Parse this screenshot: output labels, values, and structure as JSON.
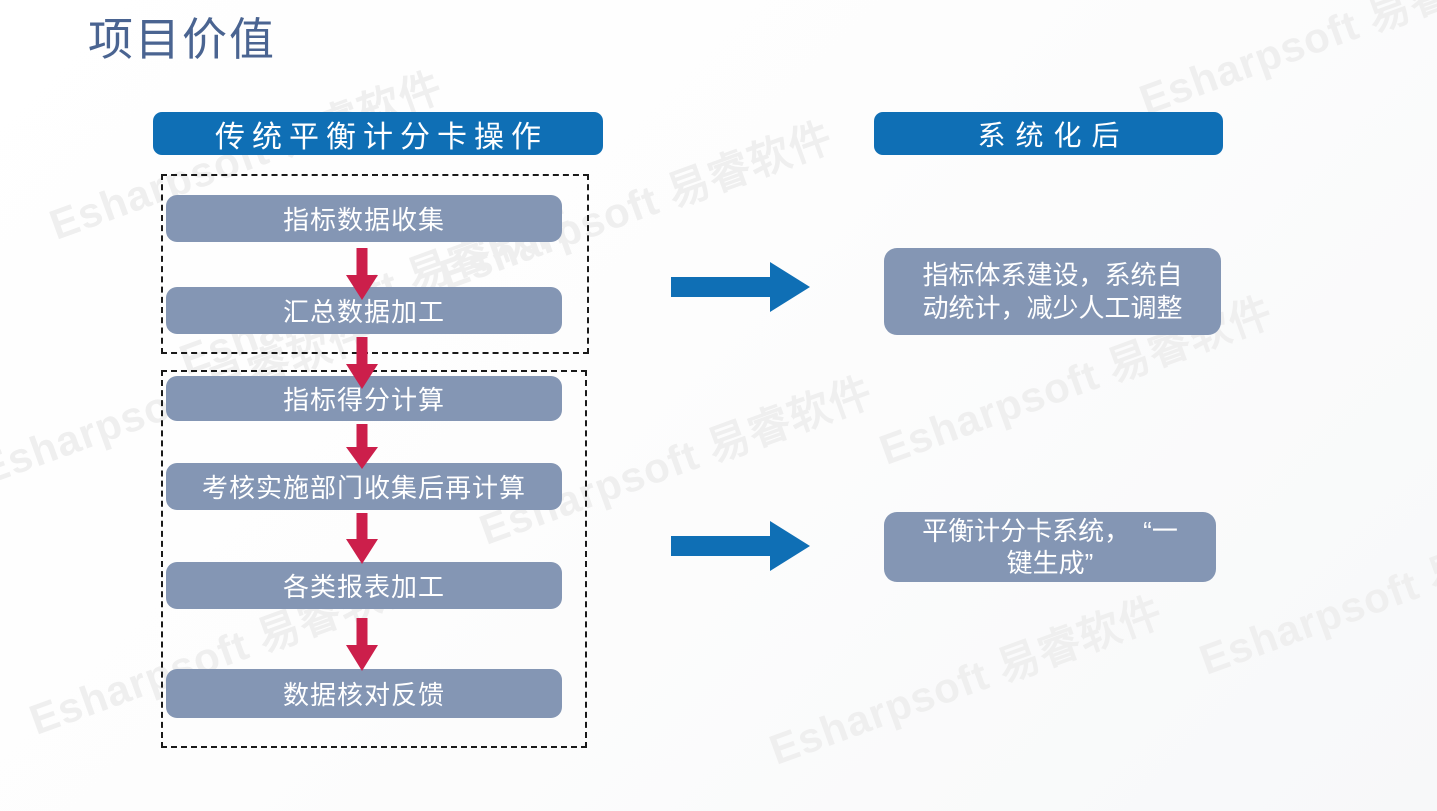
{
  "slide": {
    "title": "项目价值",
    "title_color": "#4a6491",
    "background": "#ffffff",
    "accent_blue": "#0f6fb5",
    "box_fill": "#8496b4",
    "arrow_red": "#cc1f4b",
    "dash_color": "#1a1a1a"
  },
  "watermark": {
    "text": "Esharpsoft 易睿软件",
    "color": "#efefef",
    "rotation_deg": -20
  },
  "columns": {
    "left_header": "传统平衡计分卡操作",
    "right_header": "系统化后"
  },
  "flow": {
    "group_top": {
      "steps": [
        {
          "label": "指标数据收集"
        },
        {
          "label": "汇总数据加工"
        }
      ]
    },
    "group_bottom": {
      "steps": [
        {
          "label": "指标得分计算"
        },
        {
          "label": "考核实施部门收集后再计算"
        },
        {
          "label": "各类报表加工"
        },
        {
          "label": "数据核对反馈"
        }
      ]
    },
    "connector_icon": "down-arrow-icon"
  },
  "results": {
    "transition_icon": "right-arrow-icon",
    "items": [
      {
        "line1": "指标体系建设，系统自",
        "line2": "动统计，减少人工调整"
      },
      {
        "line1": "平衡计分卡系统，　“一",
        "line2": "键生成”"
      }
    ]
  }
}
